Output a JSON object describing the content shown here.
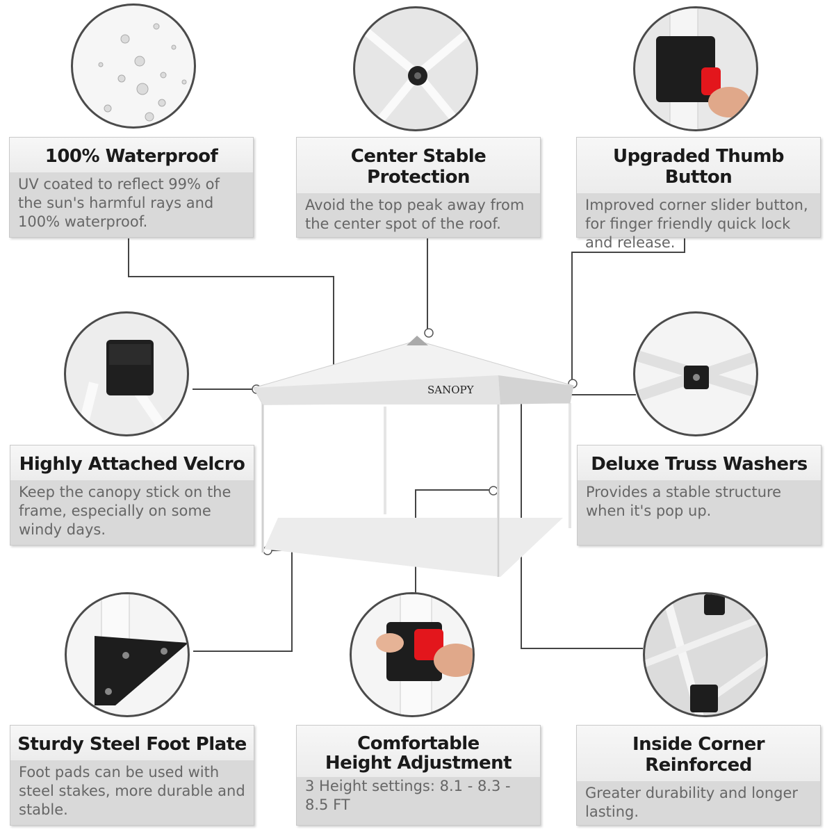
{
  "features": [
    {
      "title": "100% Waterproof",
      "desc": "UV coated to reflect 99% of the sun's harmful rays and 100% waterproof."
    },
    {
      "title": "Center Stable Protection",
      "desc": "Avoid the top peak away from the center spot of the roof."
    },
    {
      "title": "Upgraded Thumb Button",
      "desc": "Improved corner slider button, for finger friendly quick lock and release."
    },
    {
      "title": "Highly Attached Velcro",
      "desc": "Keep the canopy stick on the frame, especially on some windy days."
    },
    {
      "title": "Deluxe Truss Washers",
      "desc": "Provides a stable structure when it's pop up."
    },
    {
      "title": "Sturdy Steel Foot Plate",
      "desc": "Foot pads can be used with steel stakes, more durable and stable."
    },
    {
      "title": "Comfortable Height Adjustment",
      "desc": "3 Height settings: 8.1 - 8.3 - 8.5 FT"
    },
    {
      "title": "Inside Corner Reinforced",
      "desc": "Greater durability and longer lasting."
    }
  ],
  "canopy": {
    "brand": "SANOPY"
  },
  "colors": {
    "card_bg": "#d9d9d9",
    "title_bg": "#f0f0f0",
    "button_red": "#e3161c",
    "frame_black": "#1d1d1d"
  }
}
